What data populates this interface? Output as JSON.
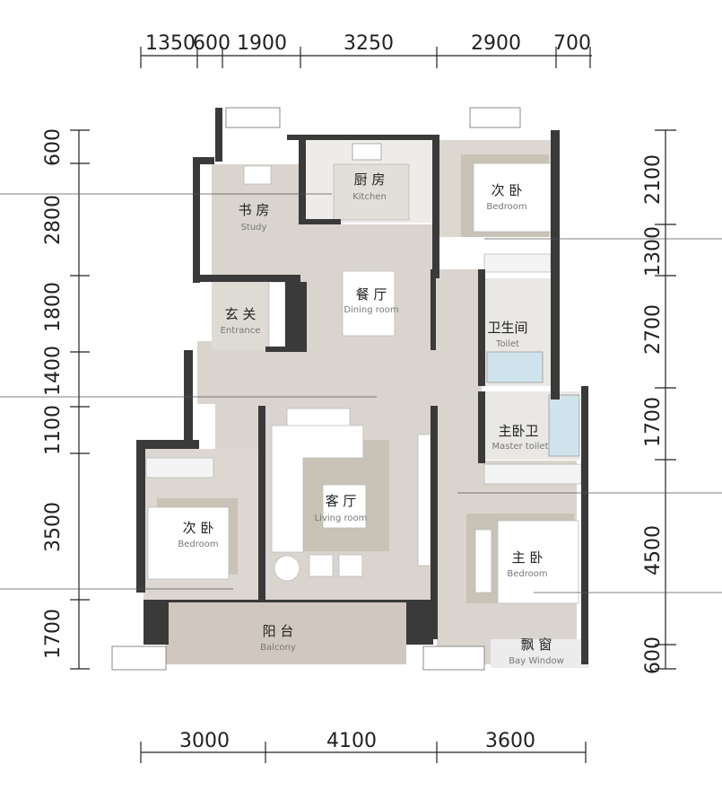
{
  "dimensions": {
    "top": [
      "1350",
      "600",
      "1900",
      "3250",
      "2900",
      "700"
    ],
    "bottom": [
      "3000",
      "4100",
      "3600"
    ],
    "left": [
      "600",
      "2800",
      "1800",
      "1400",
      "1100",
      "3500",
      "1700"
    ],
    "right": [
      "2100",
      "1300",
      "2700",
      "1700",
      "4500",
      "600"
    ]
  },
  "rooms": {
    "study": {
      "cn": "书 房",
      "en": "Study"
    },
    "kitchen": {
      "cn": "厨 房",
      "en": "Kitchen"
    },
    "bedroom_ne": {
      "cn": "次 卧",
      "en": "Bedroom"
    },
    "dining": {
      "cn": "餐 厅",
      "en": "Dining room"
    },
    "entrance": {
      "cn": "玄 关",
      "en": "Entrance"
    },
    "toilet": {
      "cn": "卫生间",
      "en": "Toilet"
    },
    "master_toilet": {
      "cn": "主卧卫",
      "en": "Master toilet"
    },
    "living": {
      "cn": "客 厅",
      "en": "Living room"
    },
    "bedroom_sw": {
      "cn": "次 卧",
      "en": "Bedroom"
    },
    "master_bedroom": {
      "cn": "主 卧",
      "en": "Bedroom"
    },
    "balcony": {
      "cn": "阳 台",
      "en": "Balcony"
    },
    "bay_window": {
      "cn": "飘 窗",
      "en": "Bay Window"
    }
  },
  "colors": {
    "floor_wood": "#d9d4cd",
    "floor_tile": "#e9e7e3",
    "wall": "#3a3a3a",
    "carpet": "#c9c2b6",
    "furniture": "#ffffff"
  }
}
